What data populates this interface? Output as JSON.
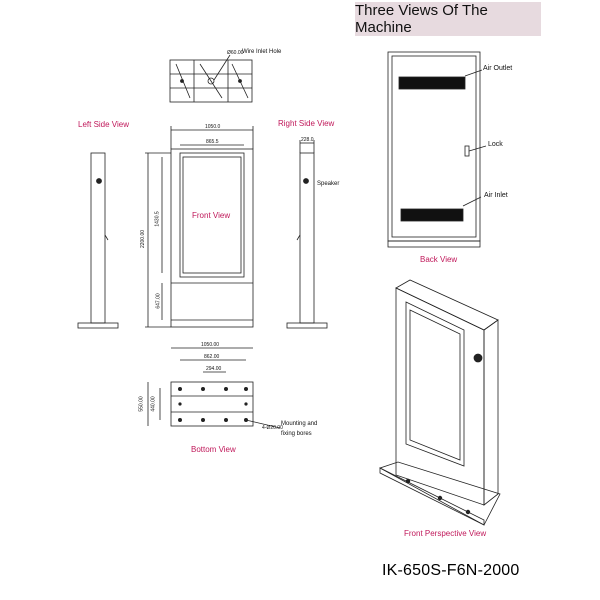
{
  "header": {
    "title": "Three Views Of The Machine"
  },
  "views": {
    "left_side": "Left Side View",
    "right_side": "Right Side View",
    "front": "Front View",
    "bottom": "Bottom View",
    "back": "Back View",
    "front_perspective": "Front Perspective View"
  },
  "callouts": {
    "wire_inlet_hole": "Wire Inlet Hole",
    "speaker": "Speaker",
    "air_outlet": "Air Outlet",
    "lock": "Lock",
    "air_inlet": "Air Inlet",
    "mounting_line1": "Mounting and",
    "mounting_line2": "fixing bores"
  },
  "dimensions": {
    "top_hole": "Ø60.00",
    "front_width": "1050.0",
    "front_inner_width": "865.5",
    "side_depth": "228.0",
    "total_height": "2200.00",
    "screen_height": "1430.5",
    "base_height": "647.00",
    "bottom_width": "1050.00",
    "bottom_inner": "862.00",
    "bottom_spacing": "294.00",
    "bottom_depth": "550.00",
    "bottom_inner_depth": "440.00",
    "bore_diameter": "4-Ø20.00"
  },
  "model": {
    "number": "IK-650S-F6N-2000"
  },
  "colors": {
    "label_accent": "#c0185a",
    "title_bg": "#e7dadf",
    "line": "#222222"
  }
}
